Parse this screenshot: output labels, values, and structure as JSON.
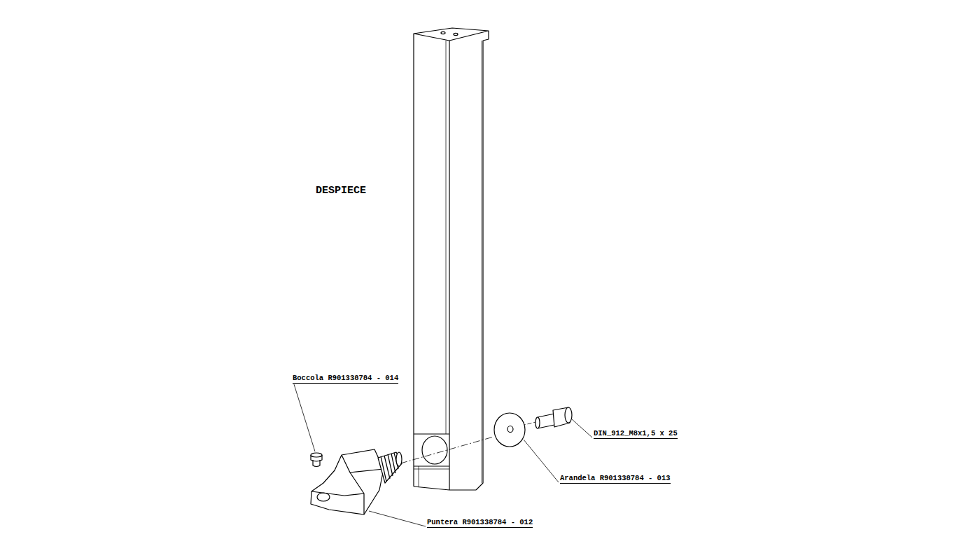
{
  "diagram": {
    "title": "DESPIECE",
    "labels": [
      "Boccola R901338784 - 014",
      "DIN_912_M8x1,5 x 25",
      "Arandela R901338784 - 013",
      "Puntera R901338784 - 012"
    ]
  }
}
